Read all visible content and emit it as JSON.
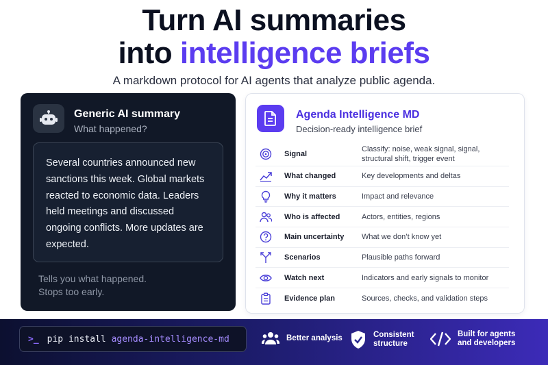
{
  "hero": {
    "line1": "Turn AI summaries",
    "line2_prefix": "into ",
    "line2_accent": "intelligence briefs",
    "subtitle": "A markdown protocol for AI agents that analyze public agenda."
  },
  "generic": {
    "icon": "robot-icon",
    "title": "Generic AI summary",
    "subtitle": "What happened?",
    "body": "Several countries announced new sanctions this week. Global markets reacted to economic data. Leaders held meetings and discussed ongoing conflicts. More updates are expected.",
    "footer_line1": "Tells you what happened.",
    "footer_line2": "Stops too early."
  },
  "brief": {
    "icon": "document-icon",
    "title": "Agenda Intelligence MD",
    "subtitle": "Decision-ready intelligence brief",
    "rows": [
      {
        "icon": "target-icon",
        "label": "Signal",
        "desc": "Classify: noise, weak signal, signal, structural shift, trigger event"
      },
      {
        "icon": "trend-icon",
        "label": "What changed",
        "desc": "Key developments and deltas"
      },
      {
        "icon": "lightbulb-icon",
        "label": "Why it matters",
        "desc": "Impact and relevance"
      },
      {
        "icon": "people-icon",
        "label": "Who is affected",
        "desc": "Actors, entities, regions"
      },
      {
        "icon": "question-icon",
        "label": "Main uncertainty",
        "desc": "What we don’t know yet"
      },
      {
        "icon": "branch-icon",
        "label": "Scenarios",
        "desc": "Plausible paths forward"
      },
      {
        "icon": "eye-icon",
        "label": "Watch next",
        "desc": "Indicators and early signals to monitor"
      },
      {
        "icon": "clipboard-icon",
        "label": "Evidence plan",
        "desc": "Sources, checks, and validation steps"
      }
    ]
  },
  "banner": {
    "prompt": ">_",
    "command": "pip install ",
    "package": "agenda-intelligence-md",
    "features": [
      {
        "icon": "users-icon",
        "label": "Better analysis"
      },
      {
        "icon": "shield-check-icon",
        "label": "Consistent structure"
      },
      {
        "icon": "code-icon",
        "label": "Built for agents and developers"
      }
    ]
  },
  "colors": {
    "accent": "#5b3cf0",
    "dark_card": "#111827",
    "banner_start": "#0c1030",
    "banner_end": "#3c2bb8"
  }
}
